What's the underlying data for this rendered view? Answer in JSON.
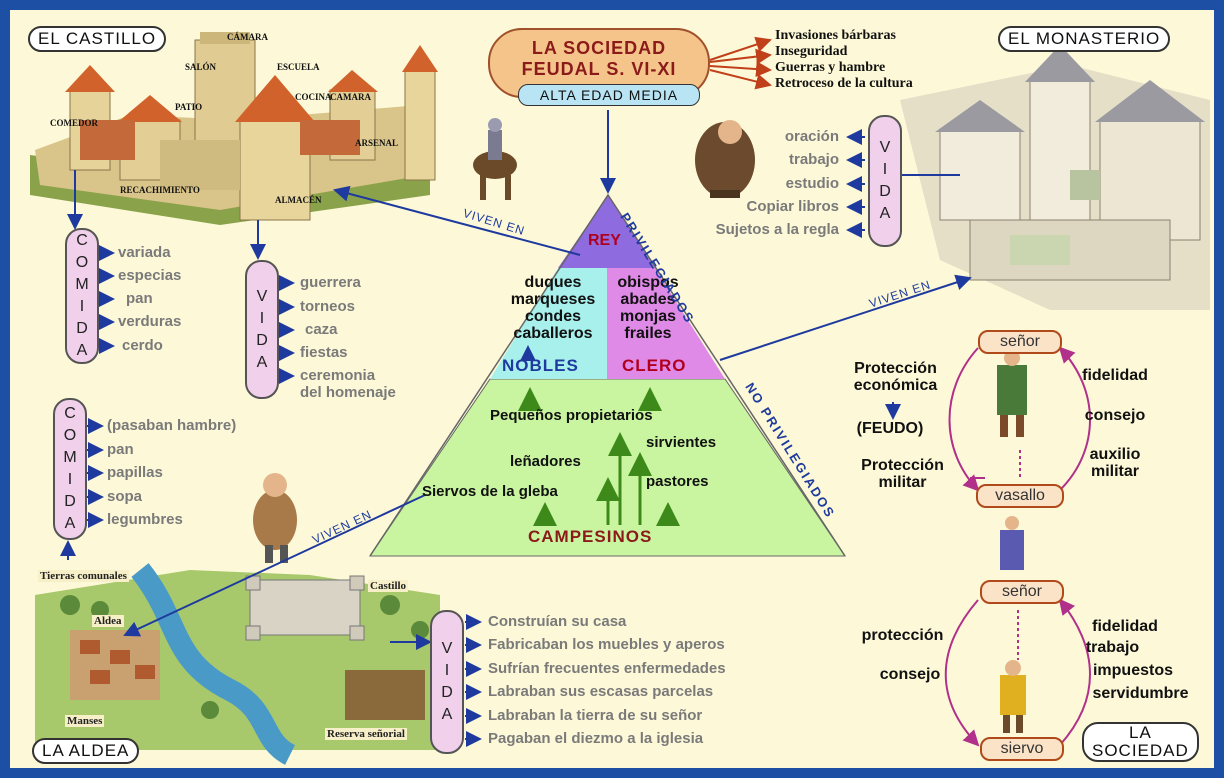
{
  "corners": {
    "castillo": "EL CASTILLO",
    "monasterio": "EL MONASTERIO",
    "aldea": "LA ALDEA",
    "sociedad_line1": "LA",
    "sociedad_line2": "SOCIEDAD"
  },
  "title": {
    "line1": "LA SOCIEDAD",
    "line2": "FEUDAL  S. VI-XI",
    "subtitle": "ALTA EDAD MEDIA",
    "causes": [
      "Invasiones bárbaras",
      "Inseguridad",
      "Guerras y hambre",
      "Retroceso de la cultura"
    ]
  },
  "castle_labels": [
    "CÁMARA",
    "SALÓN",
    "ESCUELA",
    "COCINA",
    "PATIO",
    "CAMARA",
    "ARSENAL",
    "ALMACÉN",
    "RECACHIMIENTO",
    "COMEDOR"
  ],
  "castle_comida": {
    "letters": [
      "C",
      "O",
      "M",
      "I",
      "D",
      "A"
    ],
    "items": [
      "variada",
      "especias",
      "pan",
      "verduras",
      "cerdo"
    ]
  },
  "castle_vida": {
    "letters": [
      "V",
      "I",
      "D",
      "A"
    ],
    "items": [
      "guerrera",
      "torneos",
      "caza",
      "fiestas",
      "ceremonia\ndel homenaje"
    ]
  },
  "monastery_vida": {
    "letters": [
      "V",
      "I",
      "D",
      "A"
    ],
    "items": [
      "oración",
      "trabajo",
      "estudio",
      "Copiar libros",
      "Sujetos a la regla"
    ]
  },
  "pyramid": {
    "rey": "REY",
    "nobles_list": [
      "duques",
      "marqueses",
      "condes",
      "caballeros"
    ],
    "clero_list": [
      "obispos",
      "abades",
      "monjas",
      "frailes"
    ],
    "nobles": "NOBLES",
    "clero": "CLERO",
    "pequenos": "Pequeños propietarios",
    "sirvientes": "sirvientes",
    "lenadores": "leñadores",
    "pastores": "pastores",
    "siervos": "Siervos de la gleba",
    "campesinos": "CAMPESINOS",
    "privilegiados": "PRIVILEGIADOS",
    "no_privilegiados": "NO PRIVILEGIADOS"
  },
  "viven_en": "VIVEN EN",
  "aldea_comida": {
    "letters": [
      "C",
      "O",
      "M",
      "I",
      "D",
      "A"
    ],
    "items": [
      "(pasaban hambre)",
      "pan",
      "papillas",
      "sopa",
      "legumbres"
    ]
  },
  "aldea_map_labels": [
    "Tierras comunales",
    "Castillo",
    "Aldea",
    "Manses",
    "Reserva señorial"
  ],
  "aldea_vida": {
    "letters": [
      "V",
      "I",
      "D",
      "A"
    ],
    "items": [
      "Construían su casa",
      "Fabricaban los muebles y aperos",
      "Sufrían frecuentes enfermedades",
      "Labraban sus escasas parcelas",
      "Labraban la tierra de su señor",
      "Pagaban el diezmo a la iglesia"
    ]
  },
  "feudal_relations": {
    "senor": "señor",
    "vasallo": "vasallo",
    "senor2": "señor",
    "siervo": "siervo",
    "proteccion_economica": "Protección\neconómica",
    "feudo": "(FEUDO)",
    "proteccion_militar": "Protección\nmilitar",
    "fidelidad": "fidelidad",
    "consejo": "consejo",
    "auxilio": "auxilio\nmilitar",
    "proteccion": "protección",
    "consejo2": "consejo",
    "obligaciones": [
      "fidelidad",
      "trabajo",
      "impuestos",
      "servidumbre"
    ]
  },
  "colors": {
    "frame": "#1d4fa5",
    "background": "#fdf9d8",
    "arrow": "#1e3a9e",
    "rey": "#8f6be0",
    "nobles": "#a8f0ec",
    "clero": "#e08ae8",
    "campesinos": "#c9f5a0",
    "campesinos_text": "#8b1a1a",
    "title_pill": "#f4c48a"
  }
}
